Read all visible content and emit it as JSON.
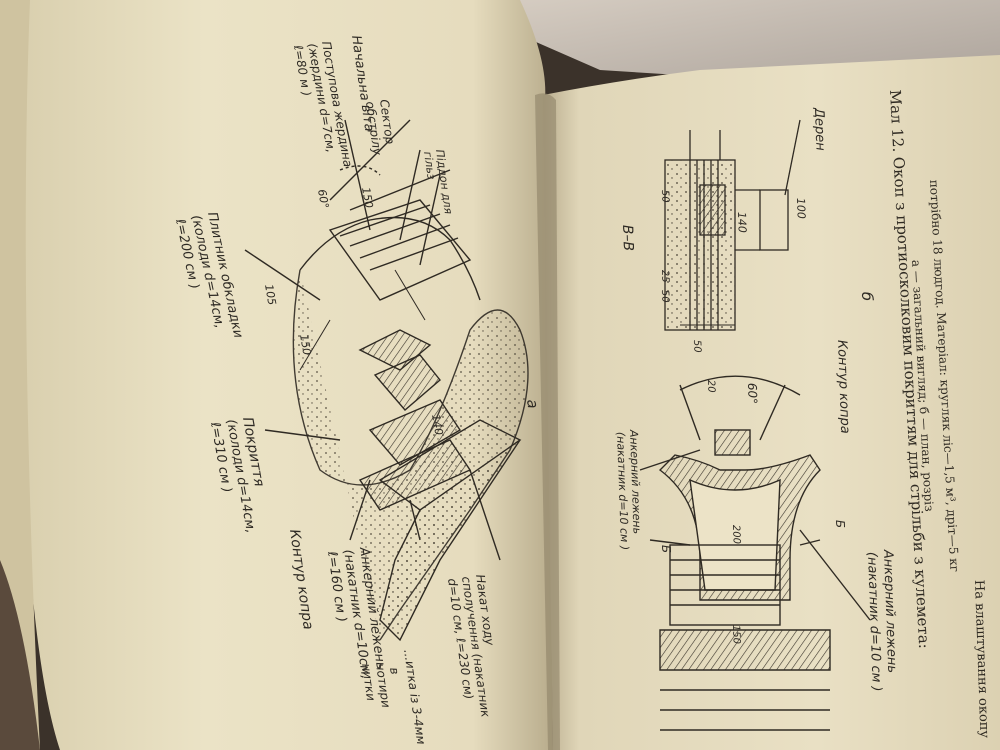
{
  "left_page": {
    "figure_letter": "а",
    "labels": {
      "pokryttia_1": "Покриття",
      "pokryttia_2": "(колоди d=14см,",
      "pokryttia_3": "ℓ=310 см )",
      "plytnytsia_1": "Плитник обкладки",
      "plytnytsia_2": "(колоди d=14см,",
      "plytnytsia_3": "ℓ=200 см )",
      "postilna_1": "Поступова жердина",
      "postilna_2": "(жердини d=7см,",
      "postilna_3": "ℓ=80 м )",
      "nachalna_vitia": "Начальна віта",
      "sektor_1": "Сектор",
      "sektor_2": "обстрілу",
      "pidlyk_1": "Піддон для",
      "pidlyk_2": "гільз",
      "kontur_kopa": "Контур копра",
      "ankernyi_1": "Анкерний лежень",
      "ankernyi_2": "(накатник d=10см,",
      "ankernyi_3": "ℓ=160 см )",
      "nakat_1": "Накат ходу",
      "nakat_2": "сполучення (накатник",
      "nakat_3": "d=10 см, ℓ=230 см)",
      "drit_1": "...итка із 3-4мм",
      "drit_2": "в",
      "drit_3": "чотири",
      "drit_4": "нитки",
      "dim_60": "60°",
      "dim_150": "150",
      "dim_105": "105",
      "dim_150b": "150",
      "dim_140": "140"
    }
  },
  "right_page": {
    "section_title": "В–В",
    "figure_letter": "б",
    "labels": {
      "deren": "Дерен",
      "kontur_kopa": "Контур копра",
      "ankernyi_kamin_1": "Анкерний лежень",
      "ankernyi_kamin_2": "(накатник d=10 см )",
      "ankernyi_lez_1": "Анкерний лежень",
      "ankernyi_lez_2": "(накатник d=10 см )",
      "dim_60": "60°",
      "dim_100": "100",
      "dim_140": "140",
      "dim_50": "50",
      "dim_25": "25",
      "dim_50b": "50",
      "dim_50c": "50",
      "dim_20": "20",
      "dim_200": "200",
      "dim_150": "150",
      "sec_b_top": "Б",
      "sec_b_bot": "Б"
    },
    "caption_1": "Мал 12. Окоп з протиосколковим покриттям для стрільби з кулемета:",
    "caption_2": "а — загальний вигляд; б — план, розріз",
    "caption_3": "потрібно 18 людгод. Матеріал: кругляк ліс—1,5 м³, дріт—5 кг",
    "bottom_text": "На влаштування окопу"
  }
}
